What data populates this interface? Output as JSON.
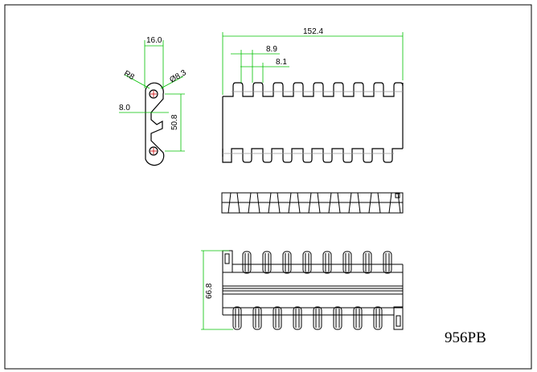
{
  "drawing": {
    "part_number": "956PB",
    "colors": {
      "outline": "#000000",
      "dimension": "#00c000",
      "hidden": "#999999",
      "center": "#cc0000"
    },
    "side_profile": {
      "width_label": "16.0",
      "radius_label": "R8",
      "hole_label": "Ø8.3",
      "offset_label": "8.0",
      "pitch_label": "50.8"
    },
    "top_view": {
      "overall_width_label": "152.4",
      "tooth_pitch_label": "8.9",
      "tooth_gap_label": "8.1"
    },
    "bottom_view": {
      "depth_label": "66.8"
    }
  }
}
